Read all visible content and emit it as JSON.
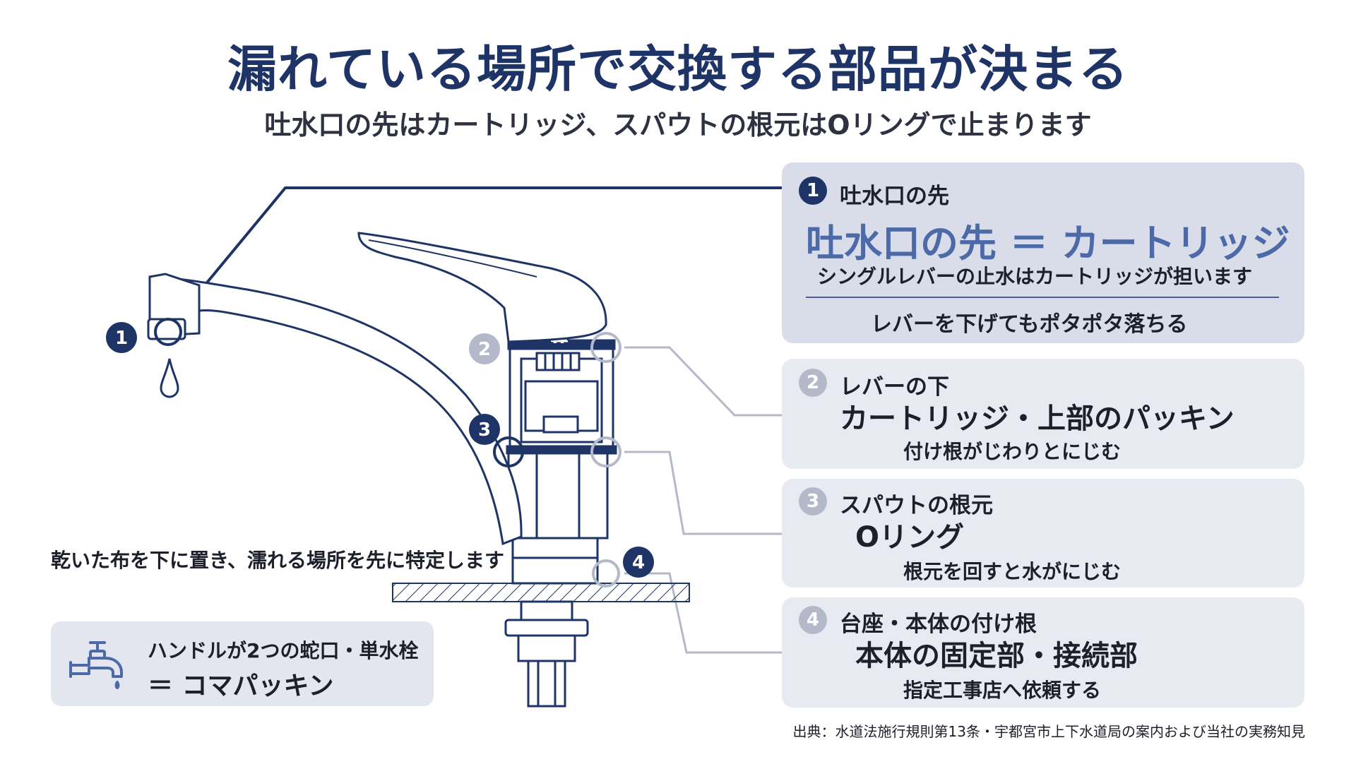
{
  "title": "漏れている場所で交換する部品が決まる",
  "subtitle": "吐水口の先はカートリッジ、スパウトの根元はOリングで止まります",
  "markers": [
    "1",
    "2",
    "3",
    "4"
  ],
  "cards": [
    {
      "number": "1",
      "location": "吐水口の先",
      "part_left": "吐水口の先",
      "equals": "＝",
      "part_right": "カートリッジ",
      "desc": "シングルレバーの止水はカートリッジが担います",
      "symptom": "レバーを下げてもポタポタ落ちる"
    },
    {
      "number": "2",
      "location": "レバーの下",
      "part": "カートリッジ・上部のパッキン",
      "symptom": "付け根がじわりとにじむ"
    },
    {
      "number": "3",
      "location": "スパウトの根元",
      "part": "Oリング",
      "symptom": "根元を回すと水がにじむ"
    },
    {
      "number": "4",
      "location": "台座・本体の付け根",
      "part": "本体の固定部・接続部",
      "symptom": "指定工事店へ依頼する"
    }
  ],
  "note": "乾いた布を下に置き、濡れる場所を先に特定します",
  "tip": {
    "line1": "ハンドルが2つの蛇口・単水栓",
    "line2": "＝ コマパッキン",
    "icon": "faucet-icon"
  },
  "source": "出典：水道法施行規則第13条・宇都宮市上下水道局の案内および当社の実務知見",
  "colors": {
    "navy": "#1f3466",
    "accent": "#4d6aa8",
    "card": "#e8eaf1",
    "card_highlight": "#d9dde9",
    "marker_gray": "#b4b9c9"
  }
}
